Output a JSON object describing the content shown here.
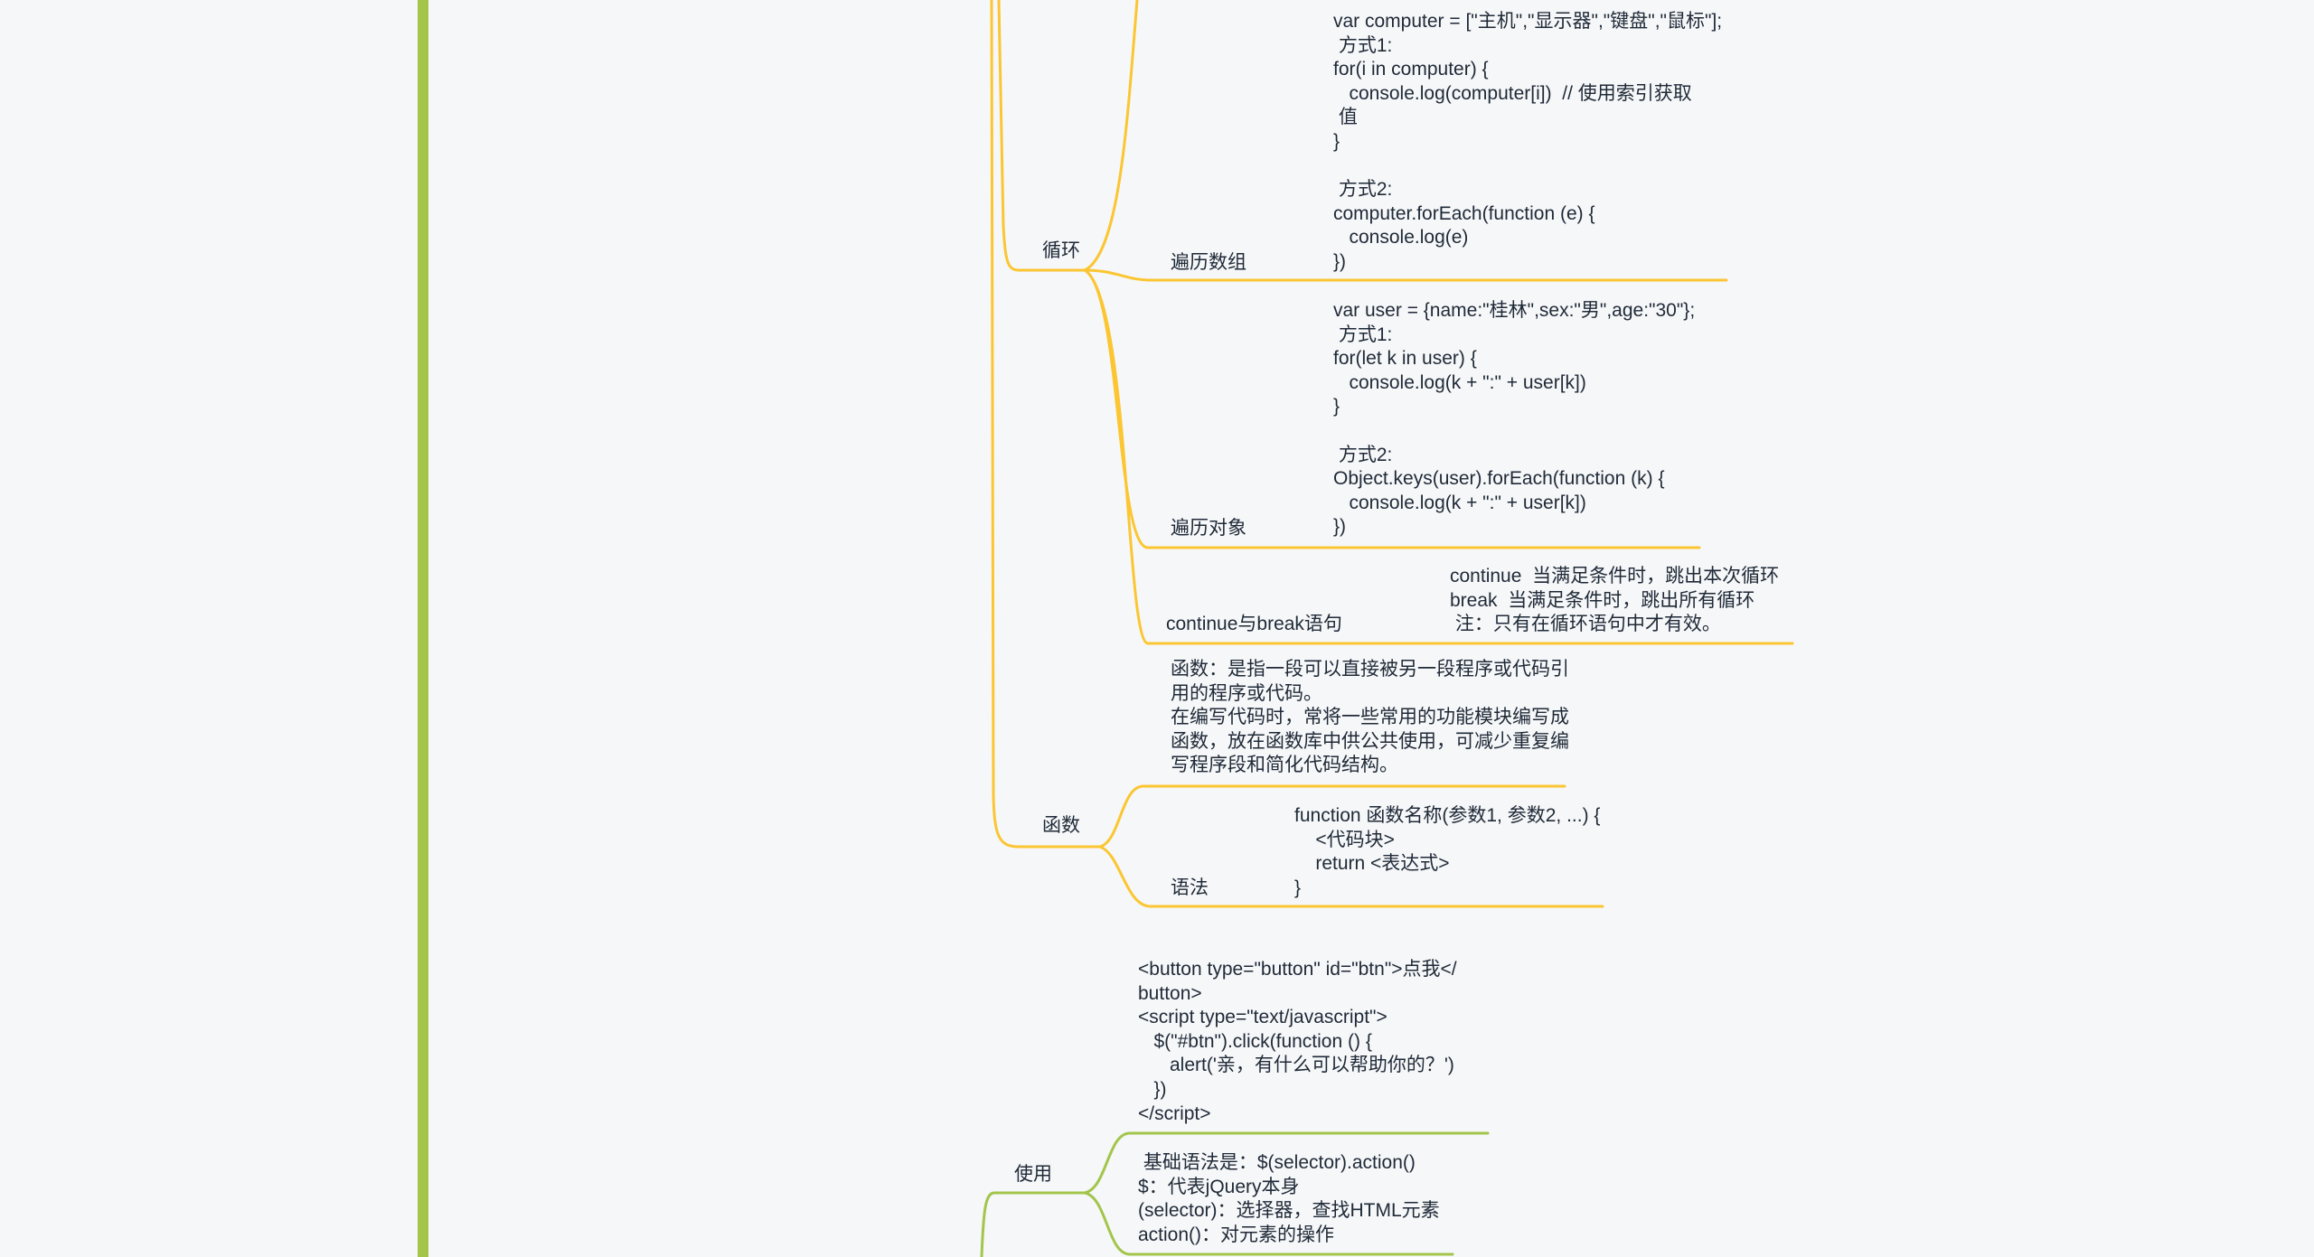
{
  "colors": {
    "background": "#f6f7f9",
    "branch_yellow": "#fbc632",
    "branch_green": "#a2c54a",
    "text": "#1f2a37"
  },
  "nodes": {
    "loop": {
      "label": "循环"
    },
    "iterate_array": {
      "label": "遍历数组",
      "note": "var computer = [\"主机\",\"显示器\",\"键盘\",\"鼠标\"];\n 方式1:\nfor(i in computer) {\n   console.log(computer[i])  // 使用索引获取\n 值\n}\n\n 方式2:\ncomputer.forEach(function (e) {\n   console.log(e)\n})"
    },
    "iterate_object": {
      "label": "遍历对象",
      "note": "var user = {name:\"桂林\",sex:\"男\",age:\"30\"};\n 方式1:\nfor(let k in user) {\n   console.log(k + \":\" + user[k])\n}\n\n 方式2:\nObject.keys(user).forEach(function (k) {\n   console.log(k + \":\" + user[k])\n})"
    },
    "continue_break": {
      "label": "continue与break语句",
      "note": "continue  当满足条件时，跳出本次循环\nbreak  当满足条件时，跳出所有循环\n 注：只有在循环语句中才有效。"
    },
    "function": {
      "label": "函数",
      "description": "函数：是指一段可以直接被另一段程序或代码引\n用的程序或代码。\n在编写代码时，常将一些常用的功能模块编写成\n函数，放在函数库中供公共使用，可减少重复编\n写程序段和简化代码结构。"
    },
    "syntax": {
      "label": "语法",
      "note": "function 函数名称(参数1, 参数2, ...) {\n    <代码块>\n    return <表达式>\n}"
    },
    "usage": {
      "label": "使用",
      "example": "<button type=\"button\" id=\"btn\">点我</\nbutton>\n<script type=\"text/javascript\">\n   $(\"#btn\").click(function () {\n      alert('亲，有什么可以帮助你的？')\n   })\n</script>",
      "basics": " 基础语法是：$(selector).action()\n$：代表jQuery本身\n(selector)：选择器，查找HTML元素\naction()：对元素的操作"
    }
  }
}
